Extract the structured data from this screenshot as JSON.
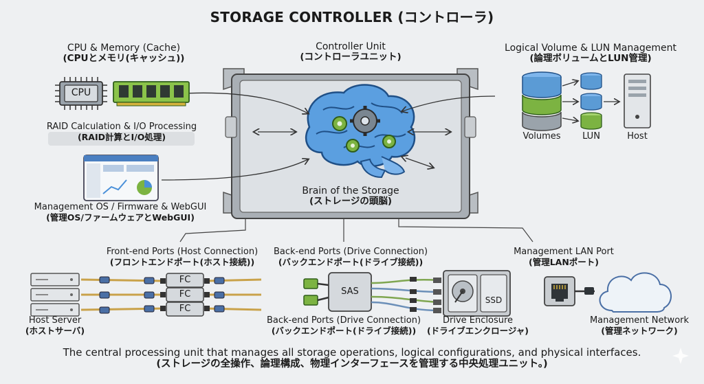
{
  "title": "STORAGE CONTROLLER (コントローラ)",
  "cpu_memory": {
    "label_en": "CPU & Memory (Cache)",
    "label_ja": "(CPUとメモリ(キャッシュ))",
    "cpu_chip": "CPU",
    "raid_en": "RAID Calculation & I/O Processing",
    "raid_ja": "(RAID計算とI/O処理)"
  },
  "management_os": {
    "label_en": "Management OS / Firmware & WebGUI",
    "label_ja": "(管理OS/ファームウェアとWebGUI)"
  },
  "controller_unit": {
    "label_en": "Controller Unit",
    "label_ja": "(コントローラユニット)",
    "brain_en": "Brain of the Storage",
    "brain_ja": "(ストレージの頭脳)"
  },
  "logical_volume": {
    "label_en": "Logical Volume & LUN Management",
    "label_ja": "(論理ボリュームとLUN管理)",
    "volumes": "Volumes",
    "lun": "LUN",
    "host": "Host"
  },
  "front_end": {
    "label_en": "Front-end Ports (Host Connection)",
    "label_ja": "(フロントエンドポート(ホスト接続))",
    "ports": [
      "FC",
      "FC",
      "FC"
    ],
    "host_server_en": "Host Server",
    "host_server_ja": "(ホストサーバ)"
  },
  "back_end": {
    "label_en": "Back-end Ports (Drive Connection)",
    "label_ja": "(バックエンドポート(ドライブ接続))",
    "sas": "SAS",
    "lower_en": "Back-end Ports (Drive Connection)",
    "lower_ja": "(バックエンドポート(ドライブ接続))"
  },
  "drive_enclosure": {
    "ssd": "SSD",
    "label_en": "Drive Enclosure",
    "label_ja": "(ドライブエンクロージャ)"
  },
  "management_lan": {
    "label_en": "Management LAN Port",
    "label_ja": "(管理LANポート)",
    "network_en": "Management Network",
    "network_ja": "(管理ネットワーク)"
  },
  "footer": {
    "en": "The central processing unit that manages all storage operations, logical configurations, and physical interfaces.",
    "ja": "(ストレージの全操作、論理構成、物理インターフェースを管理する中央処理ユニット。)"
  },
  "colors": {
    "background": "#eef0f2",
    "brain_blue": "#4a90d9",
    "gear_green": "#7cb342",
    "ram_green": "#8bc34a",
    "volume_blue": "#5b9bd5",
    "cable_gold": "#c9a24a",
    "cable_green": "#7fa650"
  }
}
